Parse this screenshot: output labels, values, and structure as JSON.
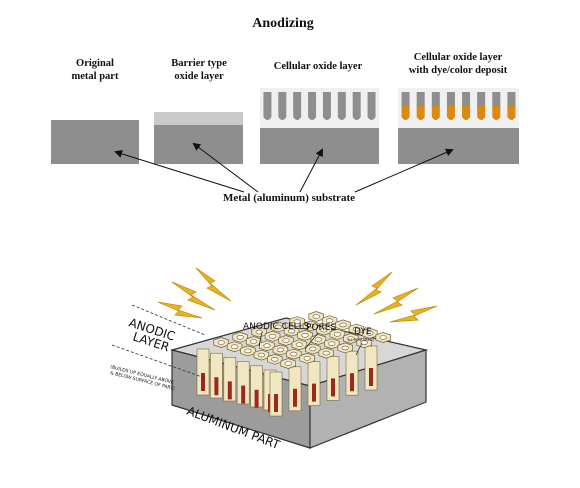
{
  "title": "Anodizing",
  "stages": [
    {
      "label_line1": "Original",
      "label_line2": "metal part"
    },
    {
      "label_line1": "Barrier type",
      "label_line2": "oxide layer"
    },
    {
      "label_line1": "Cellular oxide layer",
      "label_line2": ""
    },
    {
      "label_line1": "Cellular oxide layer",
      "label_line2": "with dye/color deposit"
    }
  ],
  "substrate_label": "Metal (aluminum) substrate",
  "illustration": {
    "anodic_layer_line1": "ANODIC",
    "anodic_layer_line2": "LAYER",
    "builds_note_line1": "(BUILDS UP EQUALLY ABOVE",
    "builds_note_line2": "& BELOW SURFACE OF PART)",
    "anodic_cells": "ANODIC CELLS",
    "pores": "PORES",
    "dye": "DYE",
    "dye_note": "(IF REQUIRED)",
    "aluminum_part": "ALUMINUM PART"
  },
  "colors": {
    "metal": "#8c8c8c",
    "metal_light": "#b4b4b4",
    "barrier": "#c8c8c8",
    "oxide_cell": "#f0f0f0",
    "dye": "#d98a12",
    "cell_face": "#f1e6c2",
    "pore_dye": "#9b2a1c",
    "spark": "#e8b41c",
    "block_top": "#d9d9d9",
    "block_side": "#9a9a9a"
  }
}
